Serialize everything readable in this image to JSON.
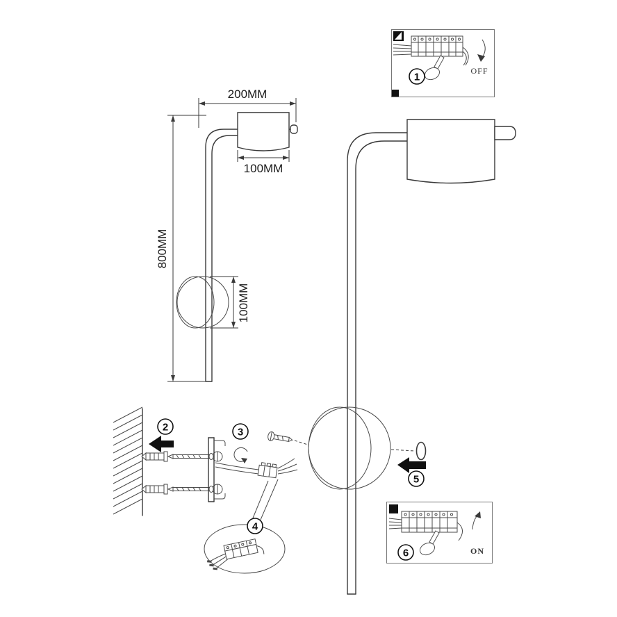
{
  "dimensions": {
    "arm_width": "200MM",
    "shade_width": "100MM",
    "pole_height": "800MM",
    "mount_diameter": "100MM"
  },
  "steps": {
    "step1": "1",
    "step2": "2",
    "step3": "3",
    "step4": "4",
    "step5": "5",
    "step6": "6"
  },
  "switch_labels": {
    "off": "OFF",
    "on": "ON"
  },
  "colors": {
    "line": "#3a3a3a",
    "accent_black": "#111111",
    "background": "#ffffff"
  }
}
